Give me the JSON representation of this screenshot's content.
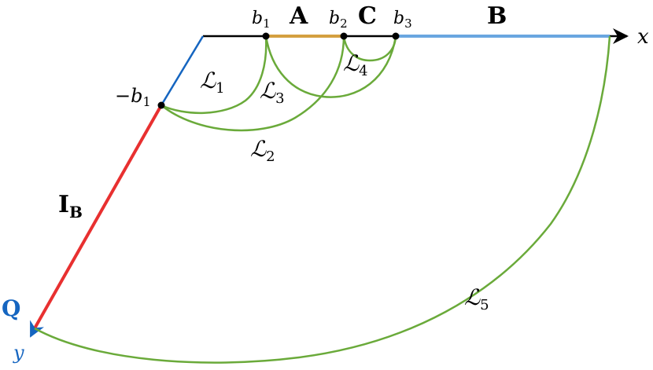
{
  "colors": {
    "axis": "#000000",
    "segment_A": "#d4a040",
    "segment_B": "#6aa6e0",
    "segment_IB": "#e83030",
    "y_axis": "#1565c0",
    "contours": "#6aaa3a",
    "Q": "#1565c0"
  },
  "labels": {
    "x_axis": "x",
    "y_axis": "y",
    "A": "A",
    "B": "B",
    "C": "C",
    "Q": "Q",
    "IB_main": "I",
    "IB_sub": "B",
    "b1": "b",
    "b1_sub": "1",
    "b2": "b",
    "b2_sub": "2",
    "b3": "b",
    "b3_sub": "3",
    "neg_b1": "−b",
    "neg_b1_sub": "1",
    "L": "ℒ",
    "L1_sub": "1",
    "L2_sub": "2",
    "L3_sub": "3",
    "L4_sub": "4",
    "L5_sub": "5"
  }
}
